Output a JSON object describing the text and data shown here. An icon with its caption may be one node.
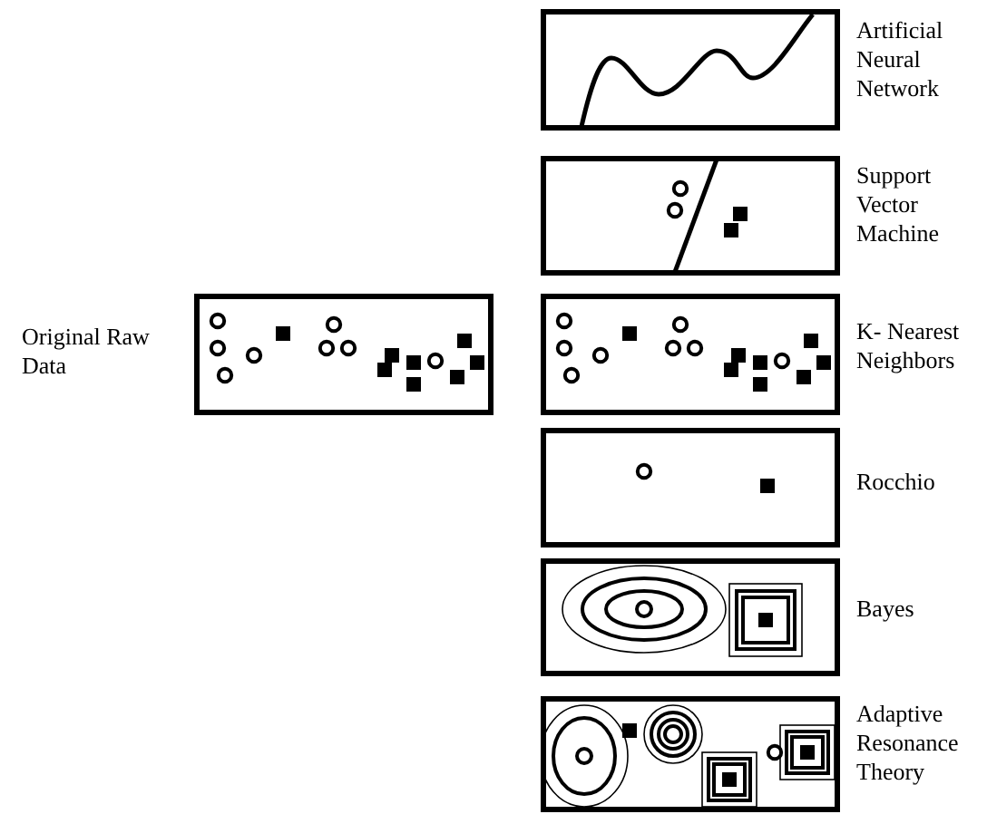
{
  "diagram": {
    "nodes": [
      {
        "text": [
          "Original Raw Data"
        ]
      },
      {
        "text": [
          "Artificial Neural Network"
        ]
      },
      {
        "text": [
          "Support Vector Machine"
        ]
      },
      {
        "text": [
          "K- Nearest Neighbors"
        ]
      },
      {
        "text": [
          "Rocchio"
        ]
      },
      {
        "text": [
          "Bayes"
        ]
      },
      {
        "text": [
          "Adaptive Resonance Theory"
        ]
      }
    ]
  }
}
